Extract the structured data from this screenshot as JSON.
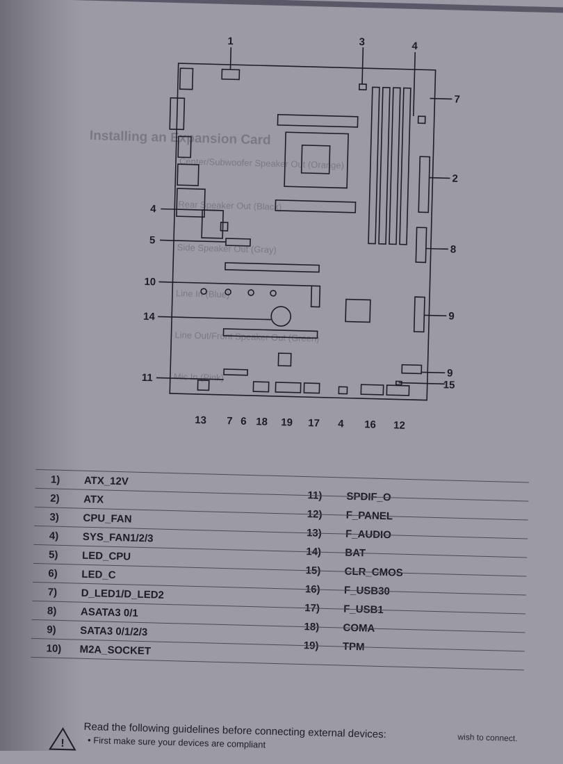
{
  "diagram": {
    "callouts": {
      "c1": "1",
      "c3": "3",
      "c4": "4",
      "c7": "7",
      "c2": "2",
      "c4b": "4",
      "c5": "5",
      "c8": "8",
      "c10": "10",
      "c14": "14",
      "c9": "9",
      "c9b": "9",
      "c15": "15",
      "c11": "11",
      "b13": "13",
      "b7": "7",
      "b6": "6",
      "b18": "18",
      "b19": "19",
      "b17": "17",
      "b4": "4",
      "b16": "16",
      "b12": "12"
    }
  },
  "connectors": {
    "left": [
      {
        "num": "1)",
        "name": "ATX_12V"
      },
      {
        "num": "2)",
        "name": "ATX"
      },
      {
        "num": "3)",
        "name": "CPU_FAN"
      },
      {
        "num": "4)",
        "name": "SYS_FAN1/2/3"
      },
      {
        "num": "5)",
        "name": "LED_CPU"
      },
      {
        "num": "6)",
        "name": "LED_C"
      },
      {
        "num": "7)",
        "name": "D_LED1/D_LED2"
      },
      {
        "num": "8)",
        "name": "ASATA3 0/1"
      },
      {
        "num": "9)",
        "name": "SATA3 0/1/2/3"
      },
      {
        "num": "10)",
        "name": "M2A_SOCKET"
      }
    ],
    "right": [
      {
        "num": "11)",
        "name": "SPDIF_O"
      },
      {
        "num": "12)",
        "name": "F_PANEL"
      },
      {
        "num": "13)",
        "name": "F_AUDIO"
      },
      {
        "num": "14)",
        "name": "BAT"
      },
      {
        "num": "15)",
        "name": "CLR_CMOS"
      },
      {
        "num": "16)",
        "name": "F_USB30"
      },
      {
        "num": "17)",
        "name": "F_USB1"
      },
      {
        "num": "18)",
        "name": "COMA"
      },
      {
        "num": "19)",
        "name": "TPM"
      }
    ]
  },
  "guidelines": {
    "heading": "Read the following guidelines before connecting external devices:",
    "first_bullet": "First make sure your devices are compliant",
    "right_fragment": "wish to connect."
  },
  "bleed_through": {
    "heading": "Installing an Expansion Card",
    "line_a": "Center/Subwoofer Speaker Out (Orange)",
    "line_b": "Rear Speaker Out (Black)",
    "line_c": "Side Speaker Out (Gray)",
    "line_d": "Line In (Blue)",
    "line_e": "Line Out/Front Speaker Out (Green)",
    "line_f": "Mic In (Pink)"
  }
}
